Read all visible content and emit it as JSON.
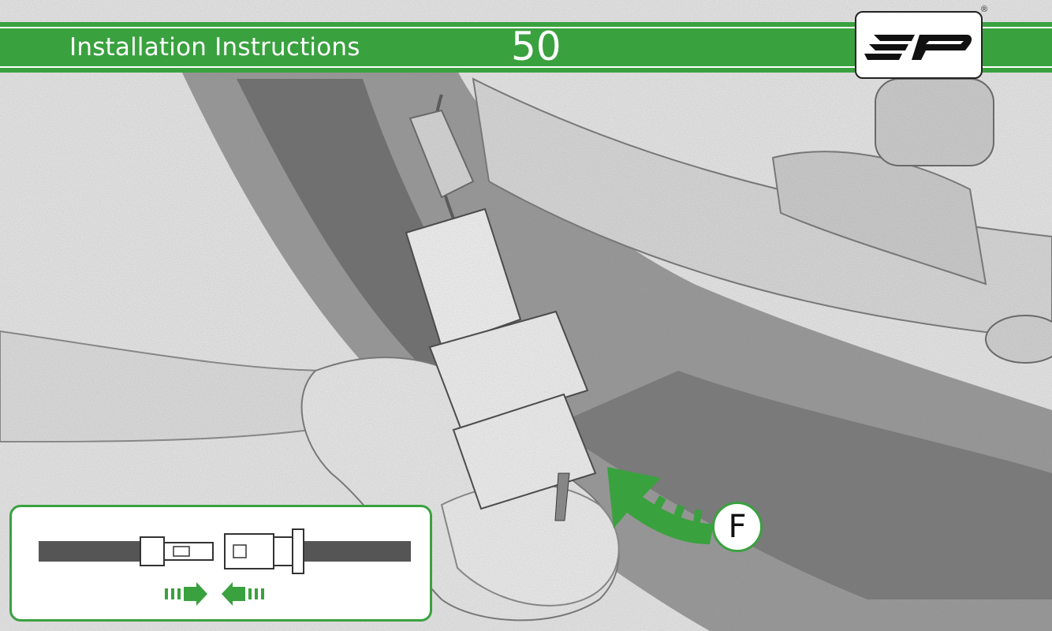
{
  "header": {
    "title": "Installation Instructions",
    "step_number": "50",
    "logo_name": "ep-logo-icon",
    "accent_color": "#3aa13f"
  },
  "callout": {
    "label": "F",
    "icon": "curved-arrow-icon"
  },
  "legend": {
    "icon": "connector-join-diagram-icon",
    "arrows_icon": "push-together-arrows-icon"
  }
}
